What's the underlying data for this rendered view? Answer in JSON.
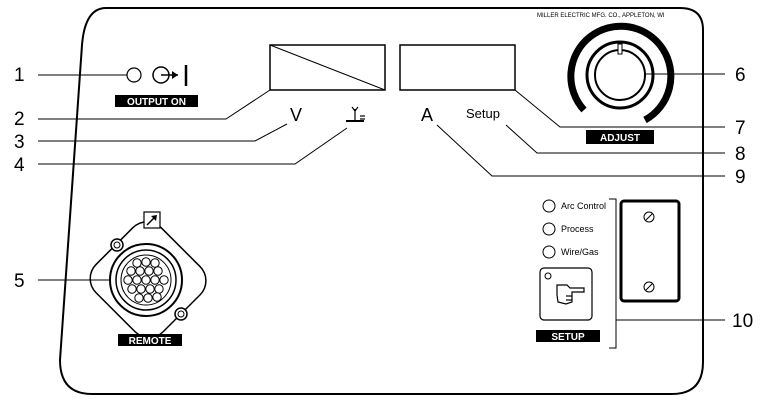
{
  "panel": {
    "manufacturer_text": "MILLER ELECTRIC MFG. CO., APPLETON, WI"
  },
  "labels": {
    "output_on": "OUTPUT ON",
    "adjust": "ADJUST",
    "remote": "REMOTE",
    "setup_tag": "SETUP",
    "volts": "V",
    "amps": "A",
    "setup": "Setup"
  },
  "setup_options": [
    "Arc Control",
    "Process",
    "Wire/Gas"
  ],
  "callouts": [
    "1",
    "2",
    "3",
    "4",
    "5",
    "6",
    "7",
    "8",
    "9",
    "10"
  ],
  "icons": {
    "output": "output-symbol-icon",
    "wire_speed": "wire-feed-speed-icon",
    "remote_arrow": "remote-arrow-icon",
    "pointing_hand": "pointing-hand-icon",
    "screw": "screw-icon"
  }
}
